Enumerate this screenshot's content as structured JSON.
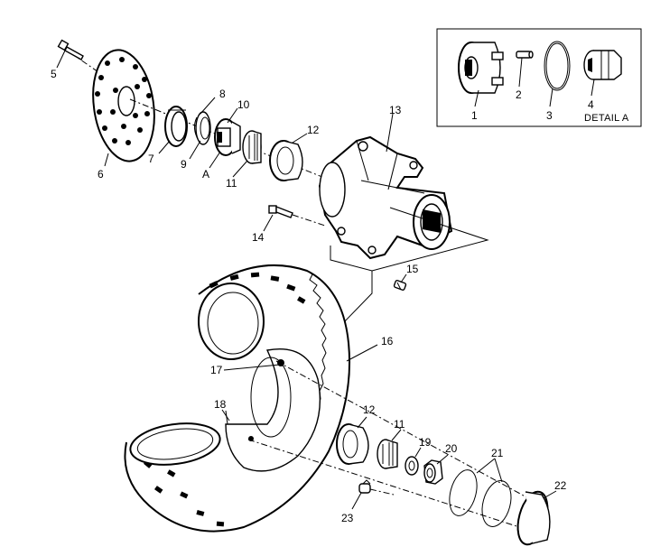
{
  "detail": {
    "title": "DETAIL A",
    "callouts": [
      "1",
      "2",
      "3",
      "4"
    ]
  },
  "callouts": {
    "c5": "5",
    "c6": "6",
    "c7": "7",
    "c8": "8",
    "c9": "9",
    "c10": "10",
    "cA": "A",
    "c11_top": "11",
    "c12_top": "12",
    "c13": "13",
    "c14": "14",
    "c15": "15",
    "c16": "16",
    "c17": "17",
    "c18": "18",
    "c12_bottom": "12",
    "c11_bottom": "11",
    "c19": "19",
    "c20": "20",
    "c21": "21",
    "c22": "22",
    "c23": "23"
  }
}
